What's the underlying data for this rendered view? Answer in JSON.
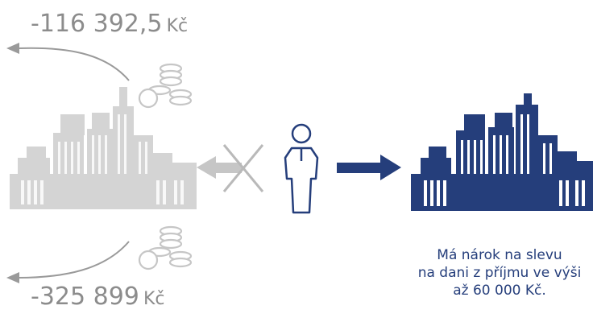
{
  "amounts": {
    "top": {
      "value": "-116 392,5",
      "currency": "Kč"
    },
    "bottom": {
      "value": "-325 899",
      "currency": "Kč"
    }
  },
  "note": {
    "line1": "Má nárok na slevu",
    "line2": "na dani z příjmu ve výši",
    "line3": "až 60 000 Kč."
  },
  "colors": {
    "gray_city": "#d4d4d4",
    "gray_icon": "#c6c6c6",
    "gray_arrow": "#9a9a9a",
    "cross": "#b9b9b9",
    "blue": "#253e7b",
    "text_gray": "#8c8c8c"
  }
}
